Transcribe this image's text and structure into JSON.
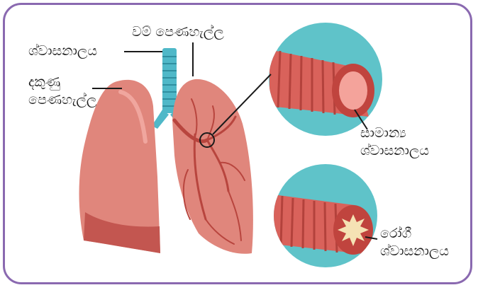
{
  "labels": {
    "left_lung": "වම් පෙණහැල්ල",
    "trachea": "ශ්වාසනාලය",
    "right_lung_line1": "දකුණු",
    "right_lung_line2": "පෙණහැල්ල",
    "normal_line1": "සාමාන්‍ය",
    "normal_line2": "ශ්වාසනාලය",
    "diseased_line1": "රෝගී",
    "diseased_line2": "ශ්වාසනාලය"
  },
  "colors": {
    "border": "#8a69b0",
    "lung": "#e0867c",
    "lung_dark": "#b8453e",
    "trachea": "#4fb8c8",
    "circle_bg": "#5fc3c9",
    "tube": "#d9625b",
    "inflammation": "#f5e2b4"
  }
}
